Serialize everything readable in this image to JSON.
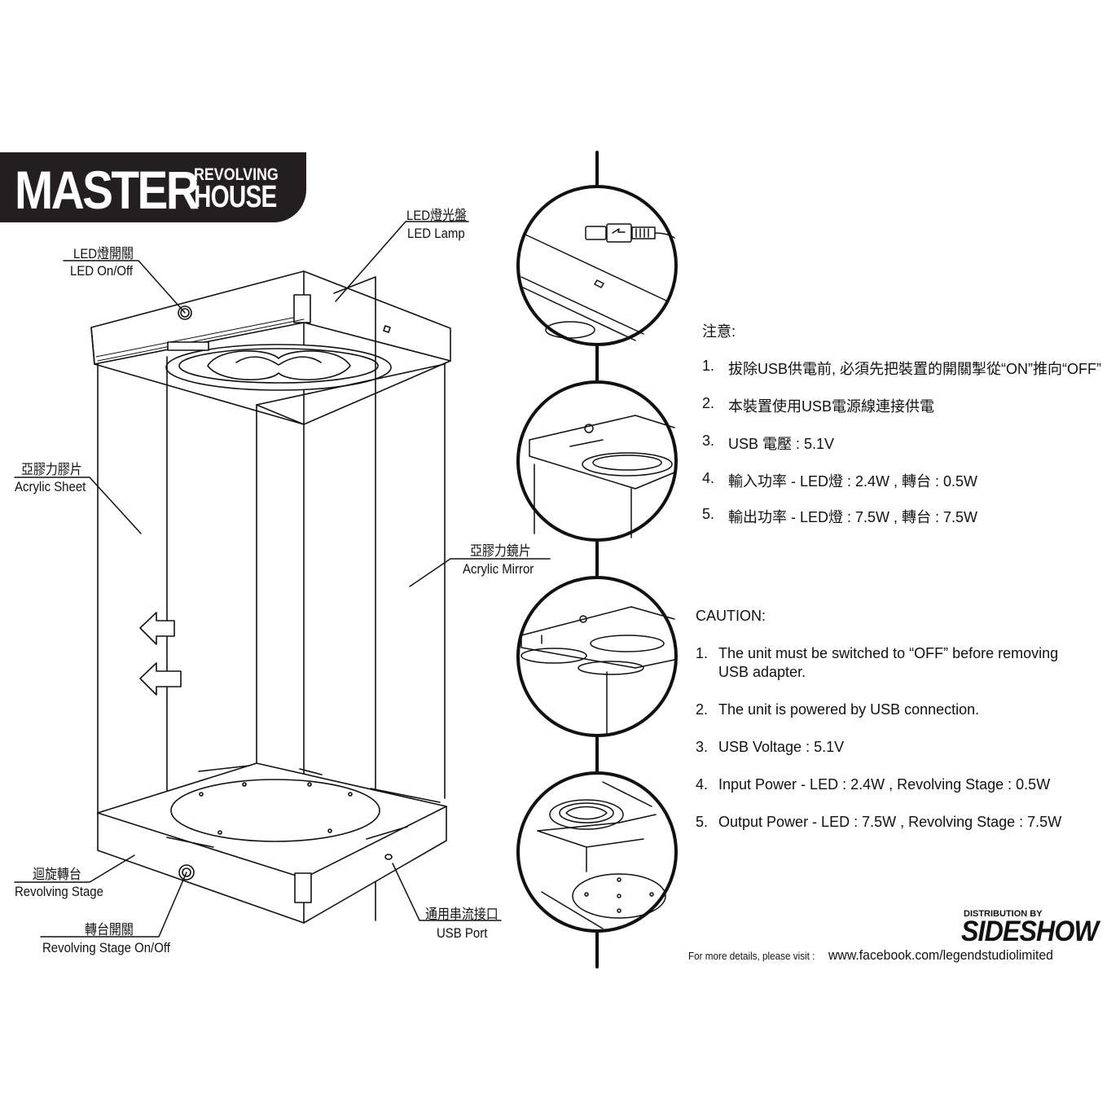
{
  "brand": {
    "master": "MASTER",
    "revolving": "REVOLVING",
    "house": "HOUSE"
  },
  "labels": {
    "led_lamp_zh": "LED燈光盤",
    "led_lamp_en": "LED Lamp",
    "led_onoff_zh": "LED燈開關",
    "led_onoff_en": "LED On/Off",
    "acrylic_sheet_zh": "亞膠力膠片",
    "acrylic_sheet_en": "Acrylic Sheet",
    "acrylic_mirror_zh": "亞膠力鏡片",
    "acrylic_mirror_en": "Acrylic Mirror",
    "revolving_stage_zh": "迴旋轉台",
    "revolving_stage_en": "Revolving Stage",
    "stage_onoff_zh": "轉台開關",
    "stage_onoff_en": "Revolving Stage On/Off",
    "usb_port_zh": "通用串流接口",
    "usb_port_en": "USB Port"
  },
  "notes_zh": {
    "heading": "注意:",
    "items": [
      {
        "num": "1.",
        "text": "拔除USB供電前, 必須先把裝置的開關掣從“ON”推向“OFF”"
      },
      {
        "num": "2.",
        "text": "本裝置使用USB電源線連接供電"
      },
      {
        "num": "3.",
        "text": "USB 電壓 : 5.1V"
      },
      {
        "num": "4.",
        "text": "輸入功率 - LED燈 : 2.4W ,  轉台 : 0.5W"
      },
      {
        "num": "5.",
        "text": "輸出功率 - LED燈 : 7.5W , 轉台 : 7.5W"
      }
    ]
  },
  "notes_en": {
    "heading": "CAUTION:",
    "items": [
      {
        "num": "1.",
        "text": "The unit must be switched to  “OFF”  before removing",
        "text2": "USB adapter."
      },
      {
        "num": "2.",
        "text": "The unit is powered by USB connection."
      },
      {
        "num": "3.",
        "text": "USB Voltage : 5.1V"
      },
      {
        "num": "4.",
        "text": "Input Power - LED : 2.4W , Revolving Stage : 0.5W"
      },
      {
        "num": "5.",
        "text": "Output Power - LED : 7.5W , Revolving Stage : 7.5W"
      }
    ]
  },
  "footer": {
    "distribution_by": "DISTRIBUTION BY",
    "sideshow": "SIDESHOW",
    "prefix": "For more details, please visit :",
    "url": "www.facebook.com/legendstudiolimited"
  },
  "colors": {
    "ink": "#111111",
    "brand_bg": "#231f20",
    "background": "#ffffff"
  }
}
